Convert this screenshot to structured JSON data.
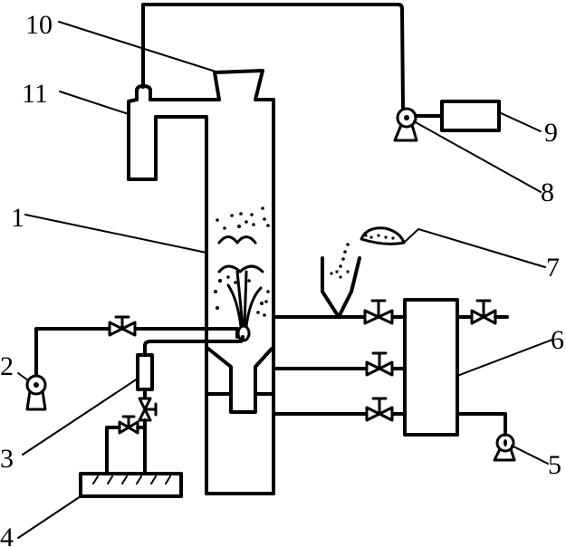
{
  "diagram": {
    "type": "process-flow-schematic",
    "colors": {
      "line": "#000000",
      "background": "#ffffff"
    },
    "labels": [
      {
        "id": "1",
        "text": "1",
        "component": "column"
      },
      {
        "id": "2",
        "text": "2",
        "component": "pump"
      },
      {
        "id": "3",
        "text": "3",
        "component": "flow-meter"
      },
      {
        "id": "4",
        "text": "4",
        "component": "liquid-tank"
      },
      {
        "id": "5",
        "text": "5",
        "component": "pump"
      },
      {
        "id": "6",
        "text": "6",
        "component": "vessel"
      },
      {
        "id": "7",
        "text": "7",
        "component": "solid-feed"
      },
      {
        "id": "8",
        "text": "8",
        "component": "fan"
      },
      {
        "id": "9",
        "text": "9",
        "component": "motor"
      },
      {
        "id": "10",
        "text": "10",
        "component": "hopper"
      },
      {
        "id": "11",
        "text": "11",
        "component": "cyclone-separator"
      }
    ]
  }
}
